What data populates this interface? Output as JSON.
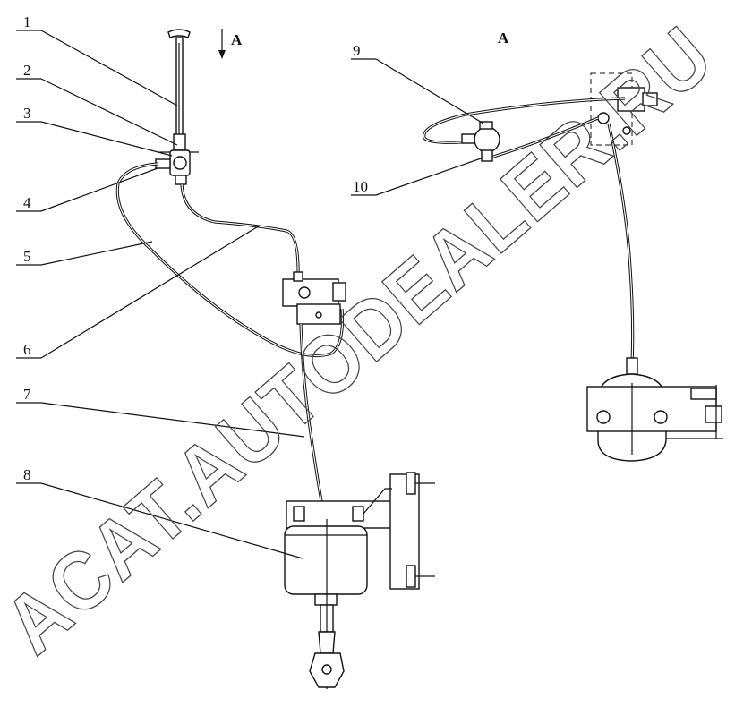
{
  "callouts": [
    {
      "id": "1",
      "label": "1"
    },
    {
      "id": "2",
      "label": "2"
    },
    {
      "id": "3",
      "label": "3"
    },
    {
      "id": "4",
      "label": "4"
    },
    {
      "id": "5",
      "label": "5"
    },
    {
      "id": "6",
      "label": "6"
    },
    {
      "id": "7",
      "label": "7"
    },
    {
      "id": "8",
      "label": "8"
    },
    {
      "id": "9",
      "label": "9"
    },
    {
      "id": "10",
      "label": "10"
    }
  ],
  "view_arrow_label": "A",
  "view_title": "A",
  "watermark": "ACAT.AUTODEALER.RU"
}
